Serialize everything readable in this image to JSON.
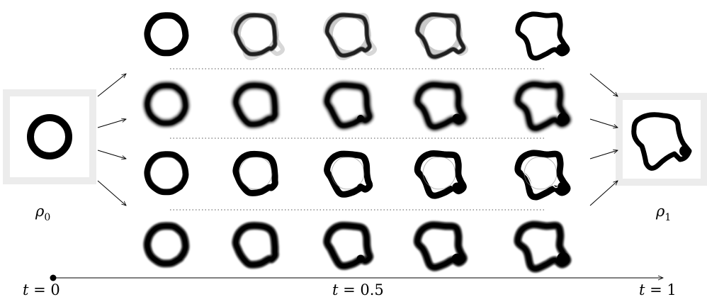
{
  "source_label": {
    "symbol": "ρ",
    "sub": "0"
  },
  "target_label": {
    "symbol": "ρ",
    "sub": "1"
  },
  "timeline": {
    "ticks": [
      {
        "var": "t",
        "eq": " = 0"
      },
      {
        "var": "t",
        "eq": " = 0.5"
      },
      {
        "var": "t",
        "eq": " = 1"
      }
    ]
  },
  "grid": {
    "rows": 4,
    "cols": 5,
    "row_styles": [
      "ghost-overlay",
      "blurred",
      "speckled",
      "solid-blurred"
    ]
  },
  "colors": {
    "ink": "#000000",
    "frame": "#ececec",
    "dotted": "#555555",
    "ghost": "#bdbdbd"
  }
}
